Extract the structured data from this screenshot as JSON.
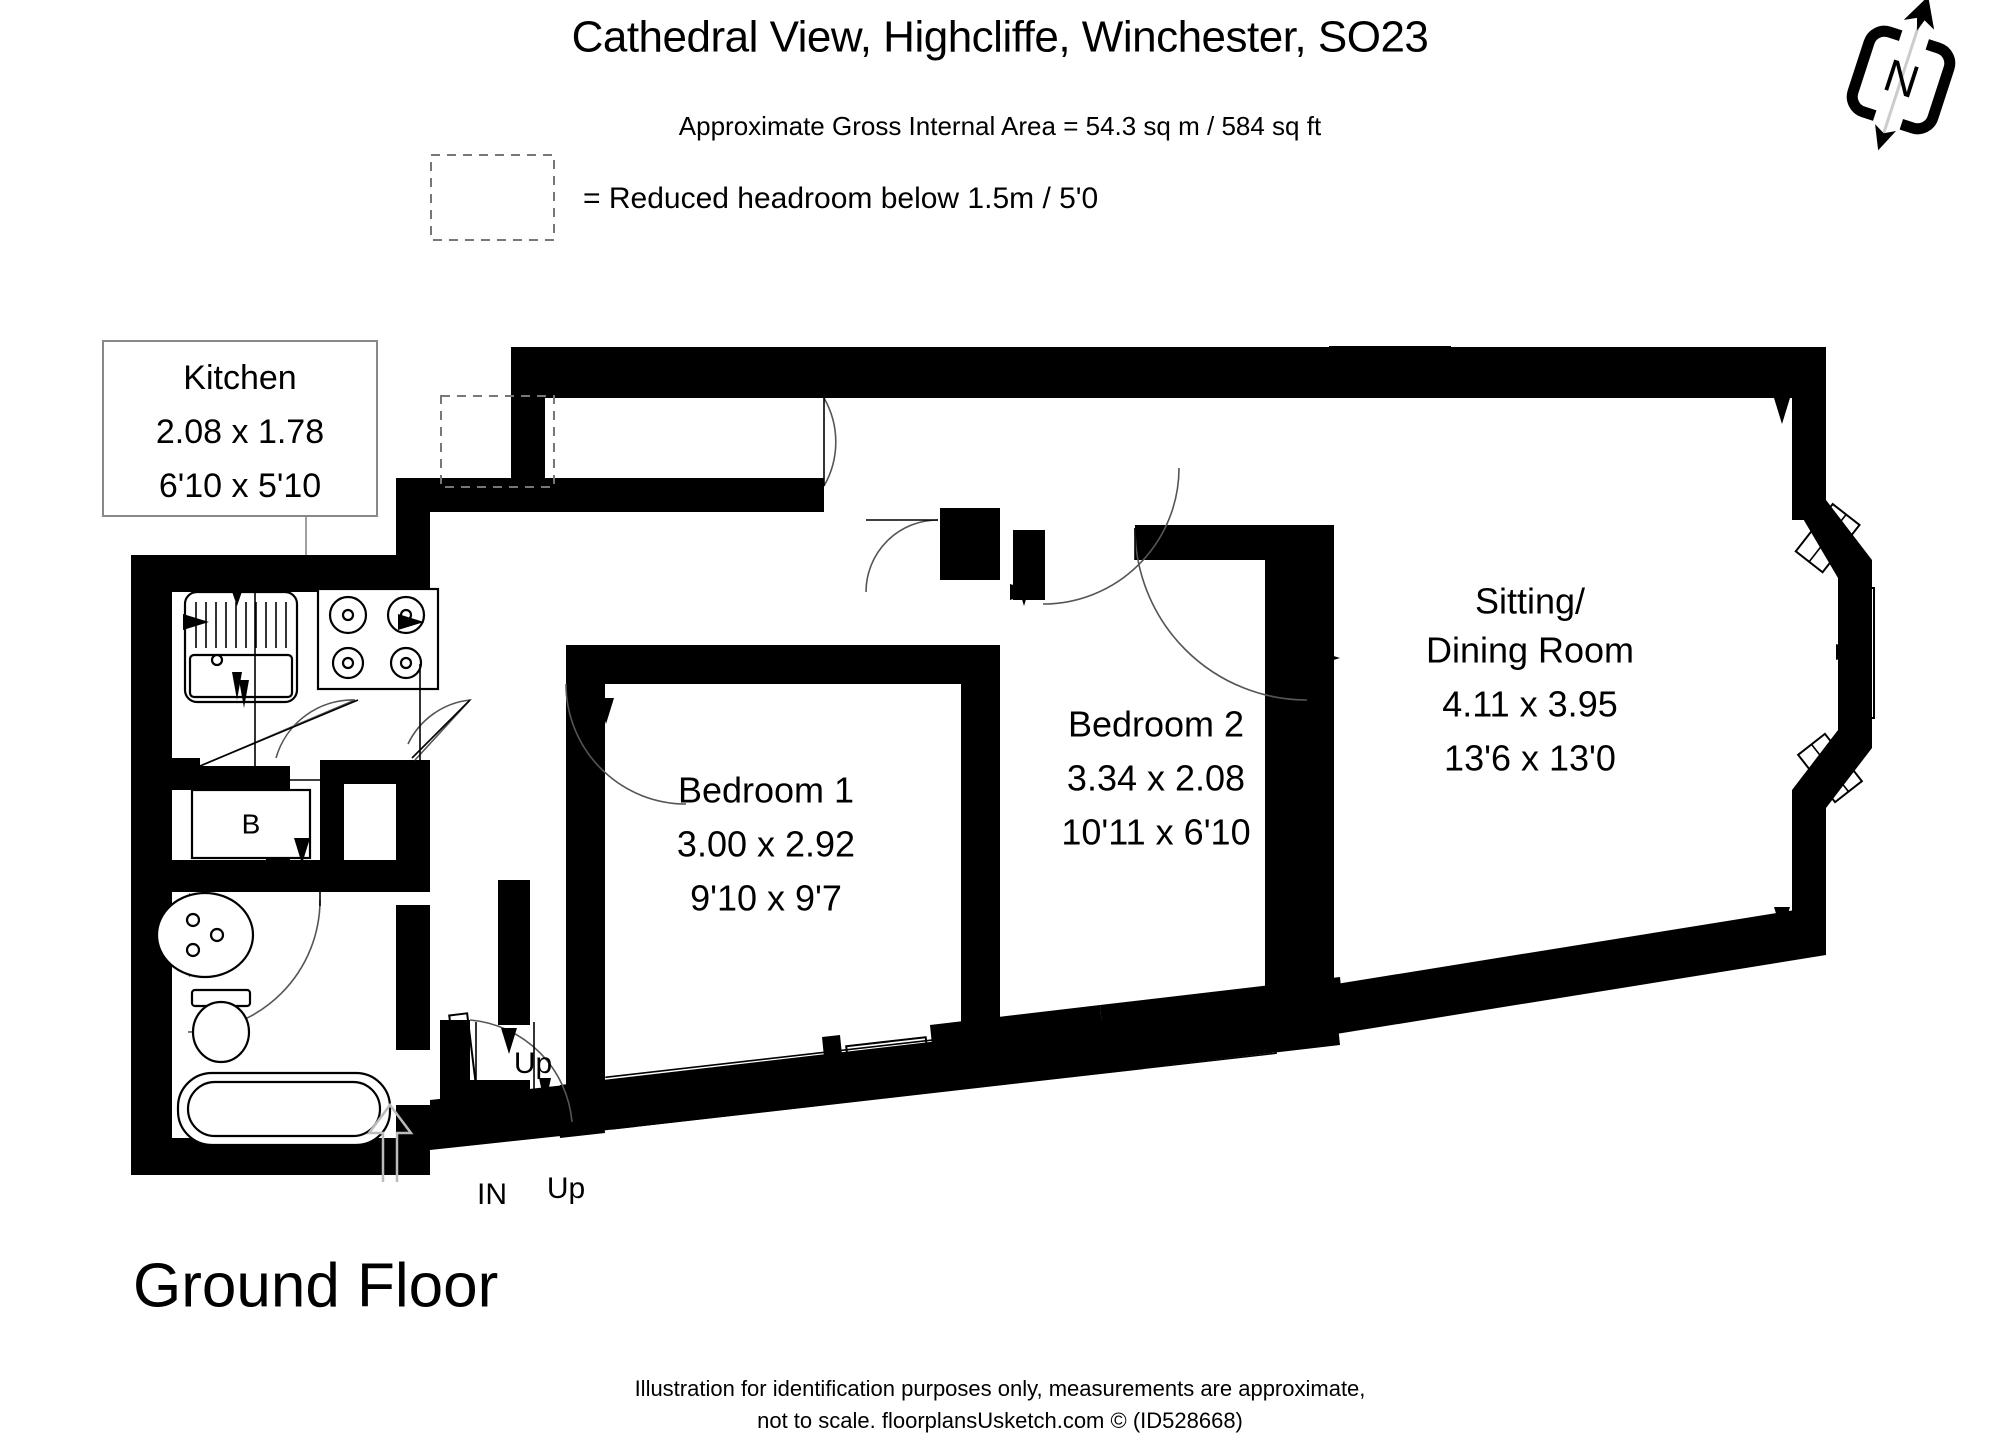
{
  "header": {
    "title": "Cathedral View, Highcliffe, Winchester, SO23",
    "subtitle": "Approximate Gross Internal Area = 54.3 sq m / 584 sq ft"
  },
  "legend": {
    "swatch_name": "reduced-headroom-swatch",
    "text": "= Reduced headroom below 1.5m / 5'0"
  },
  "compass": {
    "label": "N"
  },
  "rooms": [
    {
      "id": "kitchen",
      "name": "Kitchen",
      "dim_metric": "2.08 x 1.78",
      "dim_imperial": "6'10 x 5'10"
    },
    {
      "id": "bedroom-1",
      "name": "Bedroom 1",
      "dim_metric": "3.00 x 2.92",
      "dim_imperial": "9'10 x 9'7"
    },
    {
      "id": "bedroom-2",
      "name": "Bedroom 2",
      "dim_metric": "3.34 x 2.08",
      "dim_imperial": "10'11 x 6'10"
    },
    {
      "id": "sitting-dining",
      "name_line1": "Sitting/",
      "name_line2": "Dining Room",
      "dim_metric": "4.11 x 3.95",
      "dim_imperial": "13'6 x 13'0"
    }
  ],
  "annotations": {
    "up_upper": "Up",
    "up_lower": "Up",
    "entrance": "IN",
    "boiler": "B"
  },
  "floor_title": "Ground Floor",
  "footer": {
    "line1": "Illustration for identification purposes only, measurements are approximate,",
    "line2": "not to scale. floorplansUsketch.com © (ID528668)"
  },
  "colors": {
    "wall": "#000000",
    "background": "#ffffff",
    "dashed": "#777777",
    "leader": "#888888"
  }
}
